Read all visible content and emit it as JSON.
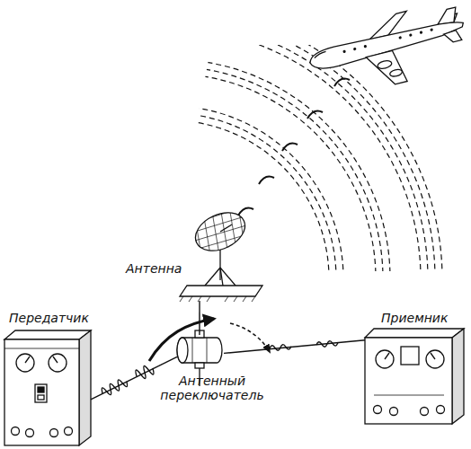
{
  "diagram": {
    "nodes": [
      {
        "text": [
          "Антенна"
        ]
      },
      {
        "text": [
          "Передатчик"
        ]
      },
      {
        "text": [
          "Приемник"
        ]
      },
      {
        "text": [
          "Антенный переключатель"
        ]
      }
    ],
    "edges": [
      {
        "from": 1,
        "to": 3,
        "arrow": "none"
      },
      {
        "from": 3,
        "to": 2,
        "arrow": "none"
      },
      {
        "from": 3,
        "to": 0,
        "arrow": "none"
      }
    ]
  }
}
